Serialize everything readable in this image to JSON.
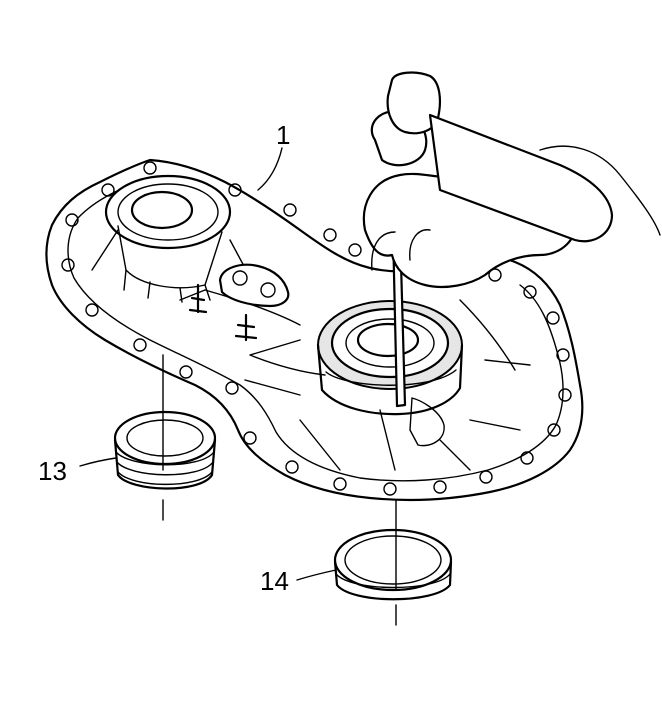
{
  "callouts": {
    "case_half": "1",
    "front_seal": "13",
    "rear_seal": "14"
  },
  "colors": {
    "line": "#000000",
    "background": "#ffffff",
    "shade": "#e6e6e6"
  }
}
